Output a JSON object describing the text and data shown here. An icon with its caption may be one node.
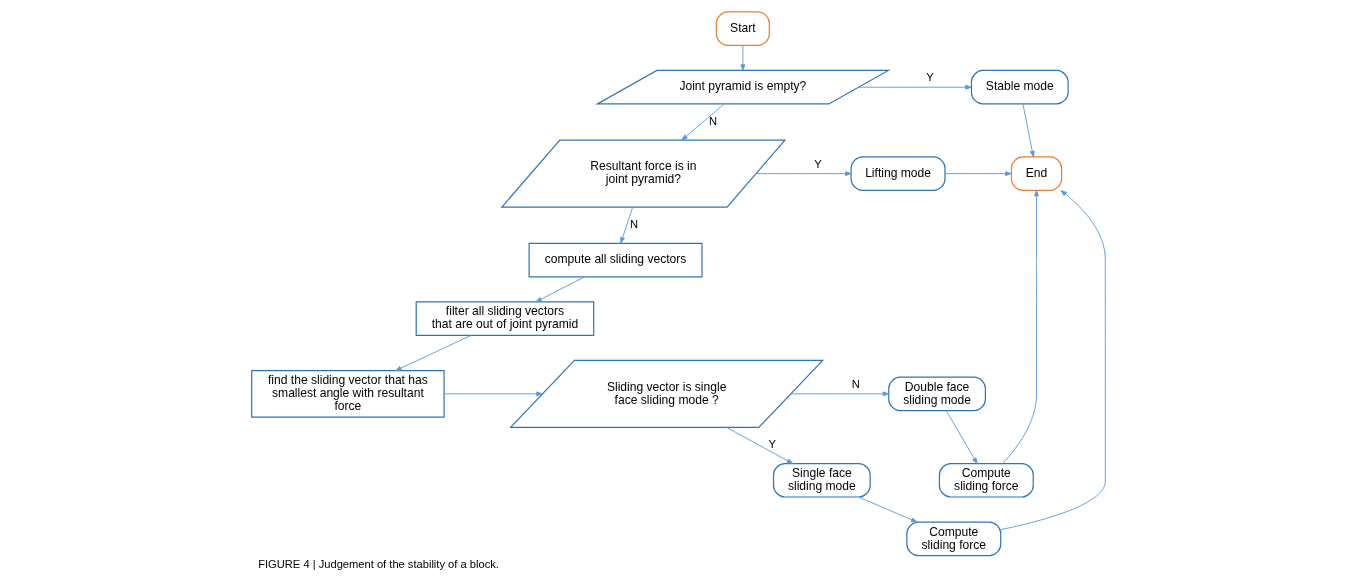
{
  "diagram": {
    "caption": "FIGURE 4 | Judgement of the stability of a block.",
    "nodes": [
      {
        "text": [
          "Start"
        ]
      },
      {
        "text": [
          "Joint pyramid is empty?"
        ]
      },
      {
        "text": [
          "Stable mode"
        ]
      },
      {
        "text": [
          "Resultant force is in joint pyramid?"
        ]
      },
      {
        "text": [
          "Lifting mode"
        ]
      },
      {
        "text": [
          "End"
        ]
      },
      {
        "text": [
          "compute all sliding vectors"
        ]
      },
      {
        "text": [
          "filter all sliding vectors that are out of joint pyramid"
        ]
      },
      {
        "text": [
          "find the sliding vector that has smallest angle with resultant force"
        ]
      },
      {
        "text": [
          "Compute sliding force"
        ]
      },
      {
        "text": [
          "Single face sliding mode"
        ]
      },
      {
        "text": [
          "Compute sliding force"
        ]
      },
      {
        "text": [
          "Sliding vector is single face sliding mode ?"
        ]
      },
      {
        "text": [
          "Double face sliding mode"
        ]
      }
    ],
    "edges": [
      {
        "from": 0,
        "to": 1,
        "arrow": "to"
      },
      {
        "from": 1,
        "to": 2,
        "arrow": "to",
        "label": "Y"
      },
      {
        "from": 1,
        "to": 3,
        "arrow": "to",
        "label": "N"
      },
      {
        "from": 2,
        "to": 5,
        "arrow": "to"
      },
      {
        "from": 3,
        "to": 4,
        "arrow": "to",
        "label": "Y"
      },
      {
        "from": 3,
        "to": 6,
        "arrow": "to",
        "label": "N"
      },
      {
        "from": 4,
        "to": 5,
        "arrow": "to"
      },
      {
        "from": 6,
        "to": 7,
        "arrow": "to"
      },
      {
        "from": 7,
        "to": 8,
        "arrow": "to"
      },
      {
        "from": 8,
        "to": 12,
        "arrow": "to"
      },
      {
        "from": 12,
        "to": 10,
        "arrow": "to",
        "label": "Y"
      },
      {
        "from": 12,
        "to": 13,
        "arrow": "to",
        "label": "N"
      },
      {
        "from": 10,
        "to": 9,
        "arrow": "to"
      },
      {
        "from": 13,
        "to": 11,
        "arrow": "to"
      },
      {
        "from": 9,
        "to": 5,
        "arrow": "to"
      },
      {
        "from": 11,
        "to": 5,
        "arrow": "to"
      }
    ]
  }
}
